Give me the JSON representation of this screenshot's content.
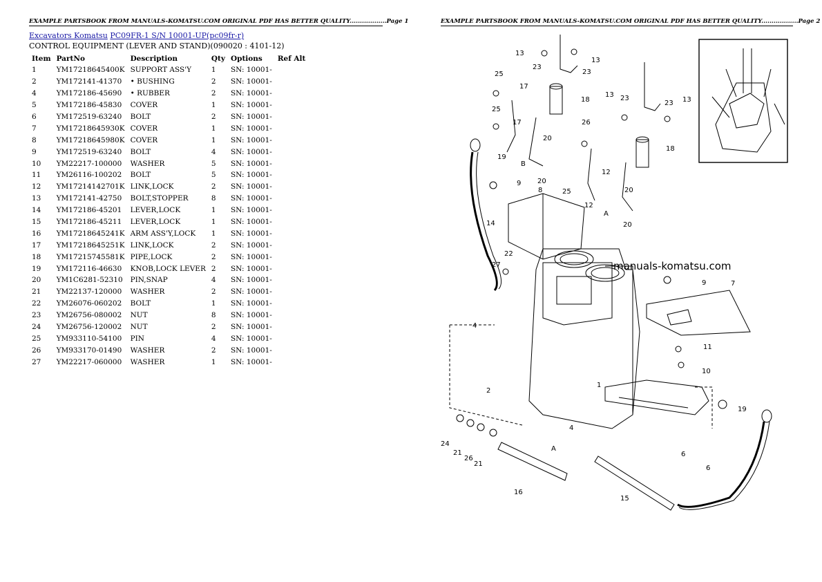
{
  "header": {
    "left": "EXAMPLE PARTSBOOK FROM MANUALS-KOMATSU.COM ORIGINAL PDF HAS BETTER QUALITY..................Page 1",
    "right": "EXAMPLE PARTSBOOK FROM MANUALS-KOMATSU.COM ORIGINAL PDF HAS BETTER QUALITY..................Page 2"
  },
  "breadcrumb": {
    "link1": "Excavators Komatsu",
    "link2": "PC09FR-1 S/N 10001-UP(pc09fr-r)"
  },
  "section_title": "CONTROL EQUIPMENT (LEVER AND STAND)(090020 : 4101-12)",
  "table": {
    "columns": [
      "Item",
      "PartNo",
      "Description",
      "Qty",
      "Options",
      "Ref Alt"
    ],
    "rows": [
      [
        "1",
        "YM17218645400K",
        "SUPPORT ASS'Y",
        "1",
        "SN: 10001-",
        ""
      ],
      [
        "2",
        "YM172141-41370",
        "• BUSHING",
        "2",
        "SN: 10001-",
        ""
      ],
      [
        "4",
        "YM172186-45690",
        "• RUBBER",
        "2",
        "SN: 10001-",
        ""
      ],
      [
        "5",
        "YM172186-45830",
        "COVER",
        "1",
        "SN: 10001-",
        ""
      ],
      [
        "6",
        "YM172519-63240",
        "BOLT",
        "2",
        "SN: 10001-",
        ""
      ],
      [
        "7",
        "YM17218645930K",
        "COVER",
        "1",
        "SN: 10001-",
        ""
      ],
      [
        "8",
        "YM17218645980K",
        "COVER",
        "1",
        "SN: 10001-",
        ""
      ],
      [
        "9",
        "YM172519-63240",
        "BOLT",
        "4",
        "SN: 10001-",
        ""
      ],
      [
        "10",
        "YM22217-100000",
        "WASHER",
        "5",
        "SN: 10001-",
        ""
      ],
      [
        "11",
        "YM26116-100202",
        "BOLT",
        "5",
        "SN: 10001-",
        ""
      ],
      [
        "12",
        "YM17214142701K",
        "LINK,LOCK",
        "2",
        "SN: 10001-",
        ""
      ],
      [
        "13",
        "YM172141-42750",
        "BOLT,STOPPER",
        "8",
        "SN: 10001-",
        ""
      ],
      [
        "14",
        "YM172186-45201",
        "LEVER,LOCK",
        "1",
        "SN: 10001-",
        ""
      ],
      [
        "15",
        "YM172186-45211",
        "LEVER,LOCK",
        "1",
        "SN: 10001-",
        ""
      ],
      [
        "16",
        "YM17218645241K",
        "ARM ASS'Y,LOCK",
        "1",
        "SN: 10001-",
        ""
      ],
      [
        "17",
        "YM17218645251K",
        "LINK,LOCK",
        "2",
        "SN: 10001-",
        ""
      ],
      [
        "18",
        "YM17215745581K",
        "PIPE,LOCK",
        "2",
        "SN: 10001-",
        ""
      ],
      [
        "19",
        "YM172116-46630",
        "KNOB,LOCK LEVER",
        "2",
        "SN: 10001-",
        ""
      ],
      [
        "20",
        "YM1C6281-52310",
        "PIN,SNAP",
        "4",
        "SN: 10001-",
        ""
      ],
      [
        "21",
        "YM22137-120000",
        "WASHER",
        "2",
        "SN: 10001-",
        ""
      ],
      [
        "22",
        "YM26076-060202",
        "BOLT",
        "1",
        "SN: 10001-",
        ""
      ],
      [
        "23",
        "YM26756-080002",
        "NUT",
        "8",
        "SN: 10001-",
        ""
      ],
      [
        "24",
        "YM26756-120002",
        "NUT",
        "2",
        "SN: 10001-",
        ""
      ],
      [
        "25",
        "YM933110-54100",
        "PIN",
        "4",
        "SN: 10001-",
        ""
      ],
      [
        "26",
        "YM933170-01490",
        "WASHER",
        "2",
        "SN: 10001-",
        ""
      ],
      [
        "27",
        "YM22217-060000",
        "WASHER",
        "1",
        "SN: 10001-",
        ""
      ]
    ]
  },
  "watermark": "manuals-komatsu.com",
  "callouts": {
    "a": "A",
    "b": "B",
    "n1": "1",
    "n2": "2",
    "n4": "4",
    "n6": "6",
    "n7": "7",
    "n8": "8",
    "n9": "9",
    "n10": "10",
    "n11": "11",
    "n12": "12",
    "n13": "13",
    "n14": "14",
    "n15": "15",
    "n16": "16",
    "n17": "17",
    "n18": "18",
    "n19": "19",
    "n20": "20",
    "n21": "21",
    "n22": "22",
    "n23": "23",
    "n24": "24",
    "n25": "25",
    "n26": "26",
    "n27": "27"
  }
}
